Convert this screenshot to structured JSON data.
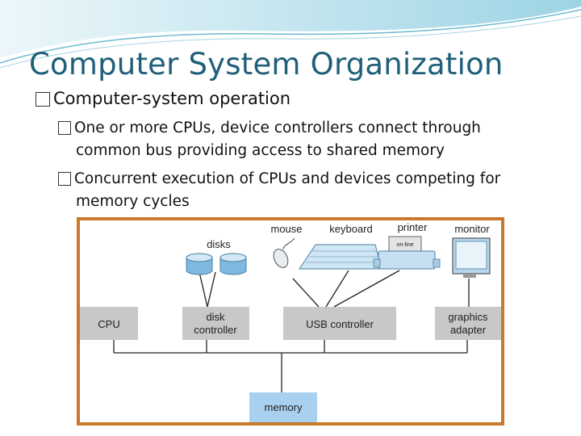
{
  "slide": {
    "title": "Computer System Organization",
    "bullet_1": "Computer-system operation",
    "bullet_1_1_line1": "One or more CPUs, device controllers connect through",
    "bullet_1_1_line2": "common bus providing access to shared memory",
    "bullet_1_2_line1": "Concurrent execution of CPUs and devices competing for",
    "bullet_1_2_line2": "memory cycles"
  },
  "diagram": {
    "devices": {
      "disks": "disks",
      "mouse": "mouse",
      "keyboard": "keyboard",
      "printer": "printer",
      "printer_panel": "on-line",
      "monitor": "monitor"
    },
    "boxes": {
      "cpu": "CPU",
      "disk_controller_1": "disk",
      "disk_controller_2": "controller",
      "usb_controller": "USB controller",
      "graphics_adapter_1": "graphics",
      "graphics_adapter_2": "adapter",
      "memory": "memory"
    }
  },
  "colors": {
    "title": "#1f5f7a",
    "diagram_border": "#c77a2a",
    "box_fill": "#c8c8c8",
    "memory_fill": "#a9d0ef",
    "wave": "#4aa9c7"
  }
}
